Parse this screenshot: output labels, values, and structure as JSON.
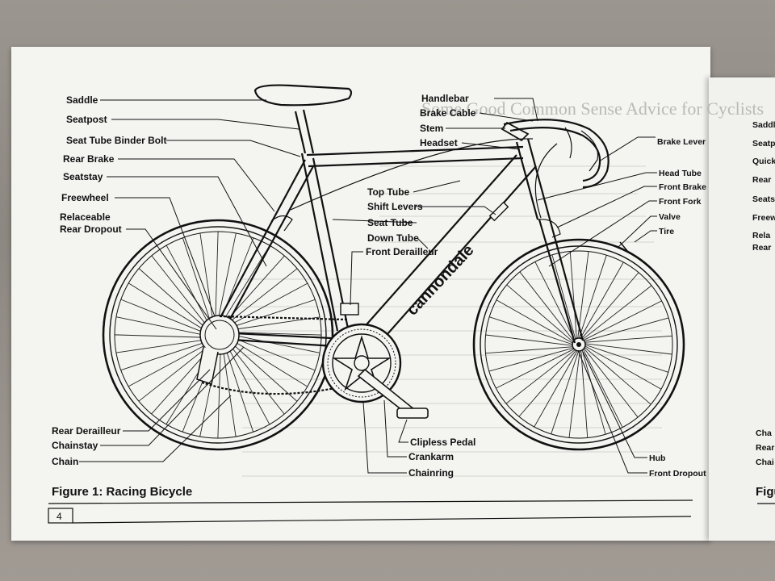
{
  "figure": {
    "caption": "Figure 1:  Racing Bicycle",
    "page_number": "4",
    "brand": "cannondale"
  },
  "background_heading": "Some Good Common Sense Advice for Cyclists",
  "labels_left": [
    "Saddle",
    "Seatpost",
    "Seat Tube Binder Bolt",
    "Rear Brake",
    "Seatstay",
    "Freewheel",
    "Relaceable",
    "Rear Dropout"
  ],
  "labels_center": [
    "Top Tube",
    "Shift Levers",
    "Seat Tube",
    "Down Tube",
    "Front Derailleur"
  ],
  "labels_top": [
    "Handlebar",
    "Brake Cable",
    "Stem",
    "Headset"
  ],
  "labels_right": [
    "Brake Lever",
    "Head Tube",
    "Front Brake",
    "Front Fork",
    "Valve",
    "Tire"
  ],
  "labels_bottom_left": [
    "Rear Derailleur",
    "Chainstay",
    "Chain"
  ],
  "labels_bottom_center": [
    "Clipless Pedal",
    "Crankarm",
    "Chainring"
  ],
  "labels_bottom_right": [
    "Hub",
    "Front Dropout"
  ],
  "next_page_labels_top": [
    "Saddl",
    "Seatp",
    "Quick",
    "Rear",
    "Seats",
    "Freew",
    "Rela",
    "Rear"
  ],
  "next_page_labels_bottom": [
    "Cha",
    "Rear",
    "Chai"
  ],
  "next_page_caption": "Figu"
}
